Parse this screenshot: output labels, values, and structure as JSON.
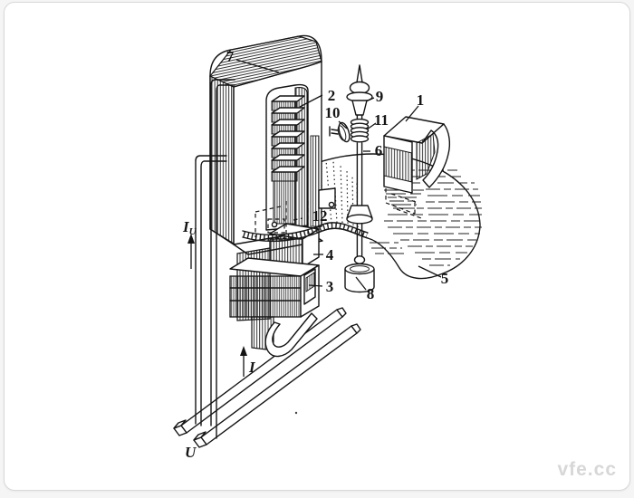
{
  "labels": {
    "n1": "1",
    "n2": "2",
    "n3": "3",
    "n4": "4",
    "n5": "5",
    "n6": "6",
    "n7": "7",
    "n8": "8",
    "n9": "9",
    "n10": "10",
    "n11": "11",
    "n12": "12"
  },
  "annotations": {
    "iv_base": "I",
    "iv_sub": "U",
    "load_current": "I",
    "voltage": "U"
  },
  "watermark": {
    "text": "vfe.cc"
  },
  "colors": {
    "ink": "#141414",
    "paper": "#ffffff",
    "frame_border": "#d8d8d8",
    "watermark": "#d7d7d7"
  }
}
